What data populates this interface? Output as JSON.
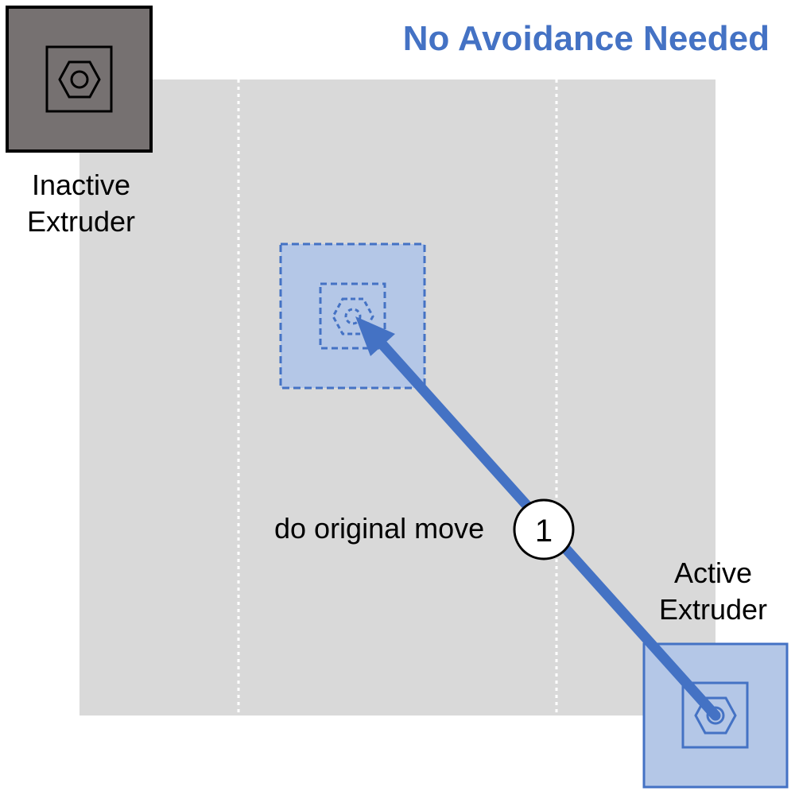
{
  "title": "No Avoidance Needed",
  "inactive_extruder": {
    "line1": "Inactive",
    "line2": "Extruder"
  },
  "active_extruder": {
    "line1": "Active",
    "line2": "Extruder"
  },
  "move": {
    "label": "do original move",
    "step": "1"
  },
  "colors": {
    "accent": "#4472c4",
    "active_fill": "#b4c7e7",
    "inactive_fill": "#767171",
    "bed": "#d9d9d9"
  },
  "icons": [
    "nozzle-hex-icon",
    "arrow-icon"
  ]
}
